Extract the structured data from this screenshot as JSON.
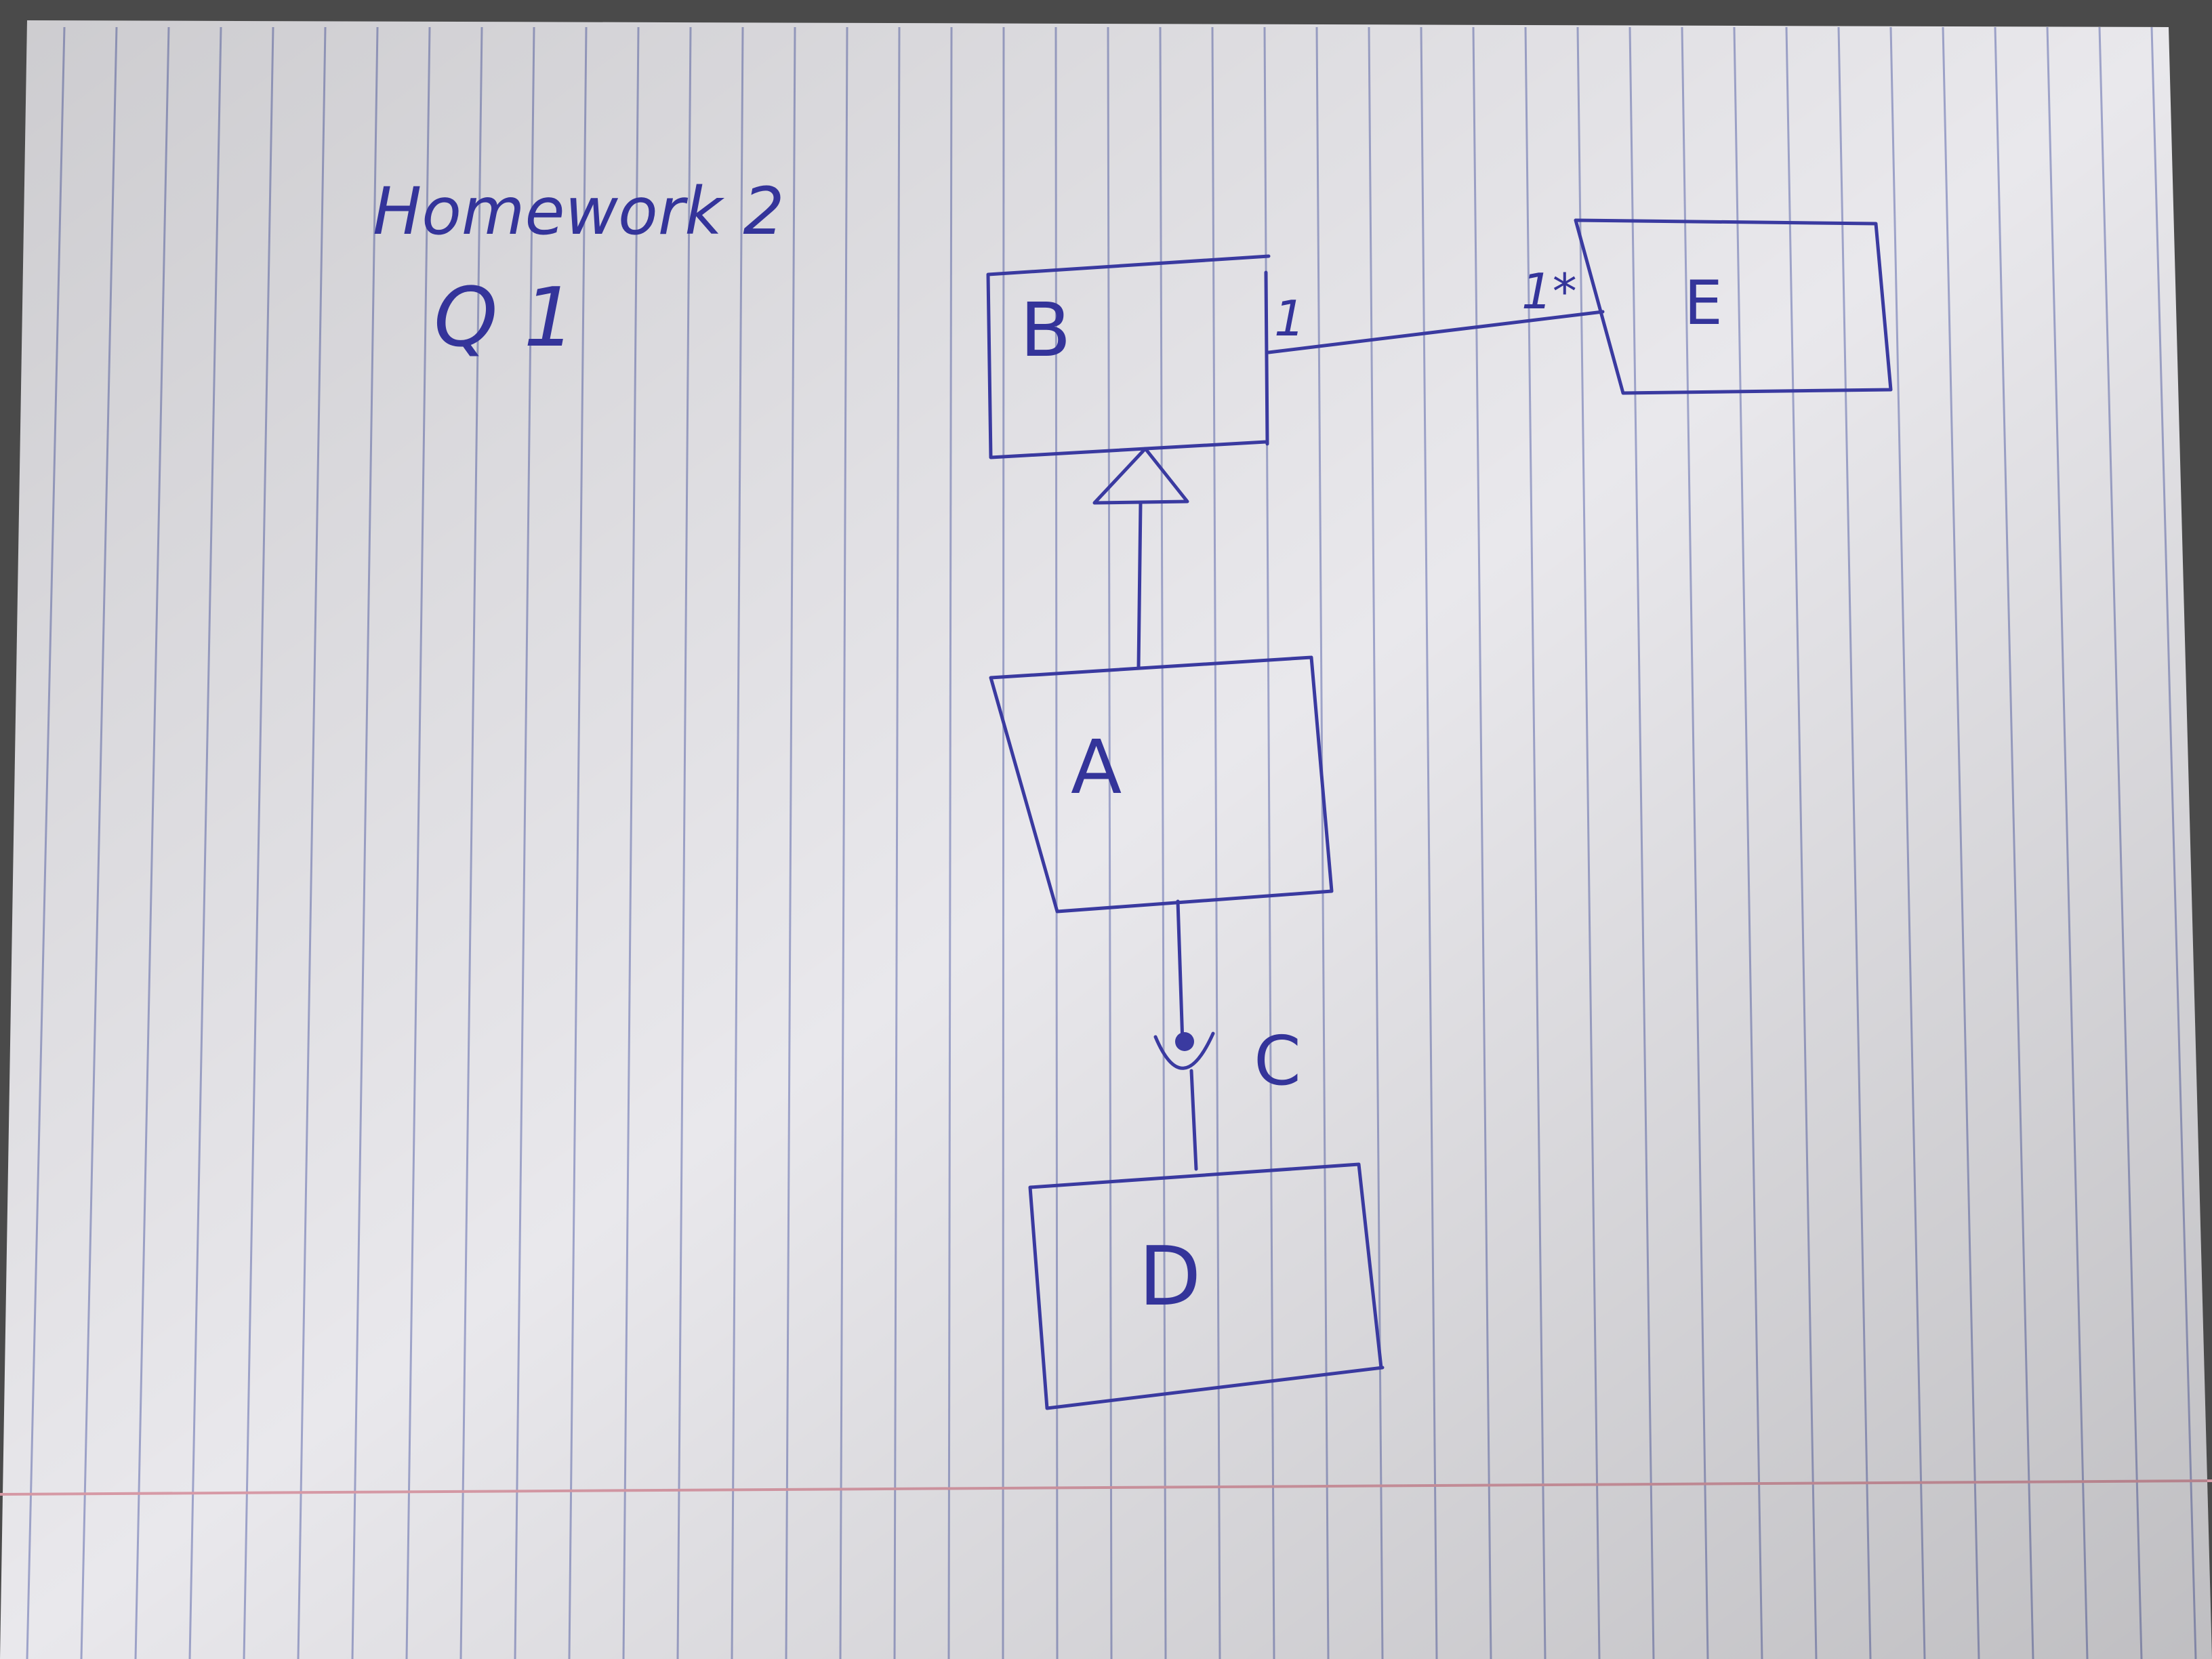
{
  "page": {
    "heading": "Homework 2",
    "question": "Q 1"
  },
  "diagram": {
    "classes": [
      {
        "id": "B",
        "label": "B"
      },
      {
        "id": "E",
        "label": "E"
      },
      {
        "id": "A",
        "label": "A"
      },
      {
        "id": "D",
        "label": "D"
      }
    ],
    "relations": [
      {
        "type": "association",
        "from": "B",
        "to": "E",
        "from_multiplicity": "1",
        "to_multiplicity": "1*"
      },
      {
        "type": "generalization",
        "from": "A",
        "to": "B"
      },
      {
        "type": "interface-dependency",
        "from": "A",
        "to": "D",
        "interface": "C"
      }
    ]
  },
  "colors": {
    "paper": "#e9e8ec",
    "ruled_line": "#9ea3c9",
    "margin_line": "#d79aa6",
    "ink": "#3a3aa0",
    "background": "#4a4a4a"
  }
}
